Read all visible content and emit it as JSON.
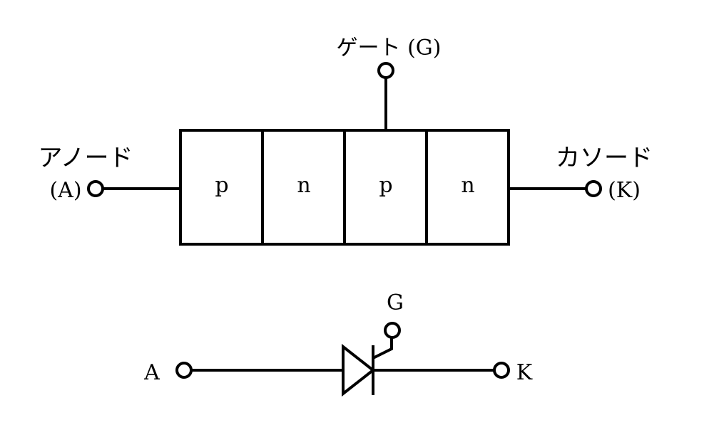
{
  "structure": {
    "gate_label": "ゲート (G)",
    "anode_label": "アノード",
    "anode_symbol": "(A)",
    "cathode_label": "カソード",
    "cathode_symbol": "(K)",
    "layers": [
      "p",
      "n",
      "p",
      "n"
    ]
  },
  "symbol": {
    "anode": "A",
    "gate": "G",
    "cathode": "K"
  }
}
